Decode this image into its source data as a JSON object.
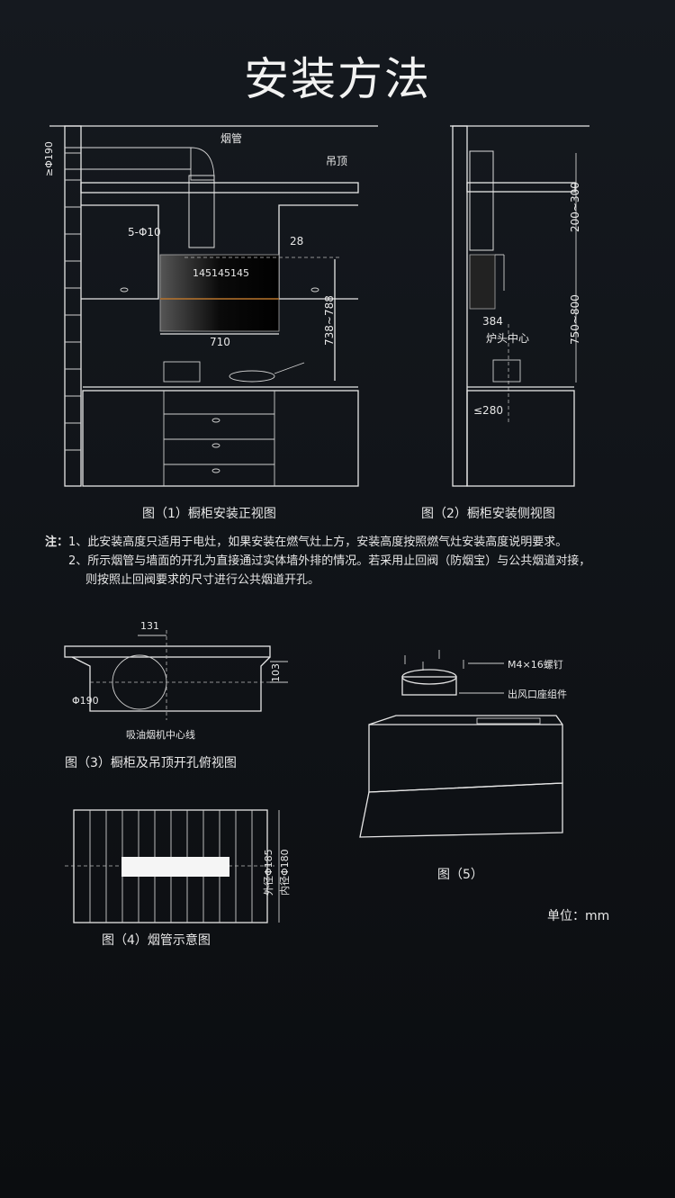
{
  "title": "安装方法",
  "fig1": {
    "pipe_label": "烟管",
    "ceiling_label": "吊顶",
    "pipe_dia": "≥Φ190",
    "holes": "5-Φ10",
    "offset": "28",
    "spacing": [
      "145",
      "145",
      "145"
    ],
    "width": "710",
    "height_range": "738~788",
    "caption": "图（1）橱柜安装正视图"
  },
  "fig2": {
    "top_range": "200~300",
    "height_range": "750~800",
    "depth": "384",
    "burner_center": "炉头中心",
    "wall_dist": "≤280",
    "caption": "图（2）橱柜安装侧视图"
  },
  "notes": {
    "prefix": "注：",
    "items": [
      "1、此安装高度只适用于电灶，如果安装在燃气灶上方，安装高度按照燃气灶安装高度说明要求。",
      "2、所示烟管与墙面的开孔为直接通过实体墙外排的情况。若采用止回阀（防烟宝）与公共烟道对接，",
      "则按照止回阀要求的尺寸进行公共烟道开孔。"
    ]
  },
  "fig3": {
    "offset": "131",
    "depth": "103",
    "dia": "Φ190",
    "center_line": "吸油烟机中心线",
    "caption": "图（3）橱柜及吊顶开孔俯视图"
  },
  "fig4": {
    "outer": "外径Φ185",
    "inner": "内径Φ180",
    "caption": "图（4）烟管示意图"
  },
  "fig5": {
    "screw": "M4×16螺钉",
    "outlet": "出风口座组件",
    "caption": "图（5）"
  },
  "unit": "单位：mm"
}
